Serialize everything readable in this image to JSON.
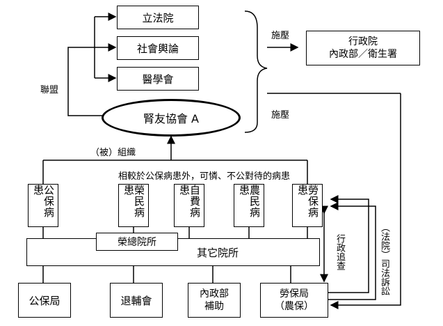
{
  "top": {
    "legislature": "立法院",
    "public_opinion": "社會輿論",
    "medical_association": "醫學會",
    "kidney_association": "腎友協會 A",
    "alliance_label": "聯盟",
    "pressure_label_1": "施壓",
    "pressure_label_2": "施壓",
    "government": "行政院\n內政部／衛生署"
  },
  "middle": {
    "organized_label": "（被）組織",
    "comparison_note": "相較於公保病患外，可憐、不公對待的病患"
  },
  "patients": [
    "公保病患",
    "榮民病患",
    "自費病患",
    "農民病患",
    "勞保病患"
  ],
  "hospitals": {
    "veterans": "榮總院所",
    "others": "其它院所"
  },
  "agencies": [
    "公保局",
    "退輔會",
    "內政部\n補助",
    "勞保局\n（農保）"
  ],
  "side_labels": {
    "admin_review": "行政追查",
    "legal_action": "（法院）司法訴訟"
  }
}
